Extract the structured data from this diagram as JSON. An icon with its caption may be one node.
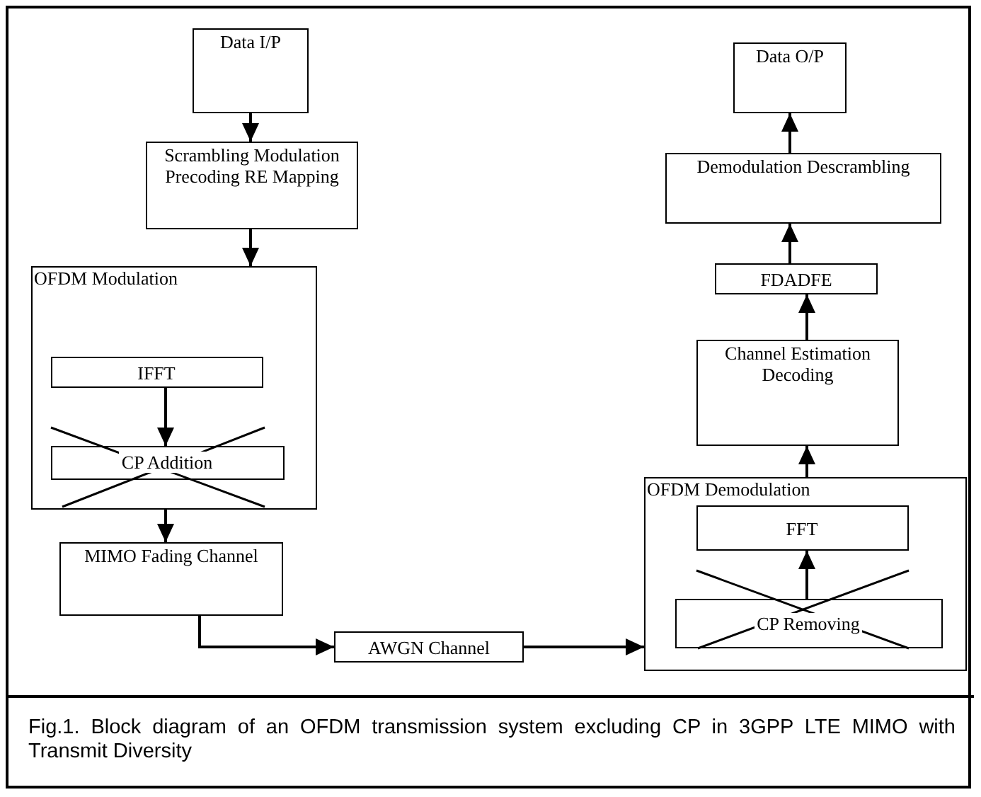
{
  "diagram": {
    "caption": "Fig.1. Block diagram of an OFDM transmission system excluding CP in 3GPP LTE MIMO with Transmit Diversity",
    "nodes": [
      {
        "text": [
          "Data I/P"
        ]
      },
      {
        "text": [
          "Scrambling Modulation Precoding RE Mapping"
        ]
      },
      {
        "text": [
          "OFDM Modulation"
        ]
      },
      {
        "text": [
          "IFFT"
        ],
        "in": 2
      },
      {
        "text": [
          "CP Addition"
        ],
        "in": 2
      },
      {
        "text": [
          "MIMO Fading Channel"
        ]
      },
      {
        "text": [
          "AWGN Channel"
        ]
      },
      {
        "text": [
          "Data O/P"
        ]
      },
      {
        "text": [
          "Demodulation Descrambling"
        ]
      },
      {
        "text": [
          "FDADFE"
        ]
      },
      {
        "text": [
          "Channel Estimation Decoding"
        ]
      },
      {
        "text": [
          "OFDM Demodulation"
        ]
      },
      {
        "text": [
          "FFT"
        ],
        "in": 11
      },
      {
        "text": [
          "CP Removing"
        ],
        "in": 11
      }
    ],
    "edges": [
      {
        "from": 0,
        "to": 1,
        "arrow": "to"
      },
      {
        "from": 1,
        "to": 2,
        "arrow": "to"
      },
      {
        "from": 3,
        "to": 4,
        "arrow": "to"
      },
      {
        "from": 2,
        "to": 5,
        "arrow": "to"
      },
      {
        "from": 5,
        "to": 6,
        "arrow": "to"
      },
      {
        "from": 6,
        "to": 11,
        "arrow": "to"
      },
      {
        "from": 13,
        "to": 12,
        "arrow": "to"
      },
      {
        "from": 11,
        "to": 10,
        "arrow": "to"
      },
      {
        "from": 10,
        "to": 9,
        "arrow": "to"
      },
      {
        "from": 9,
        "to": 8,
        "arrow": "to"
      },
      {
        "from": 8,
        "to": 7,
        "arrow": "to"
      }
    ]
  }
}
